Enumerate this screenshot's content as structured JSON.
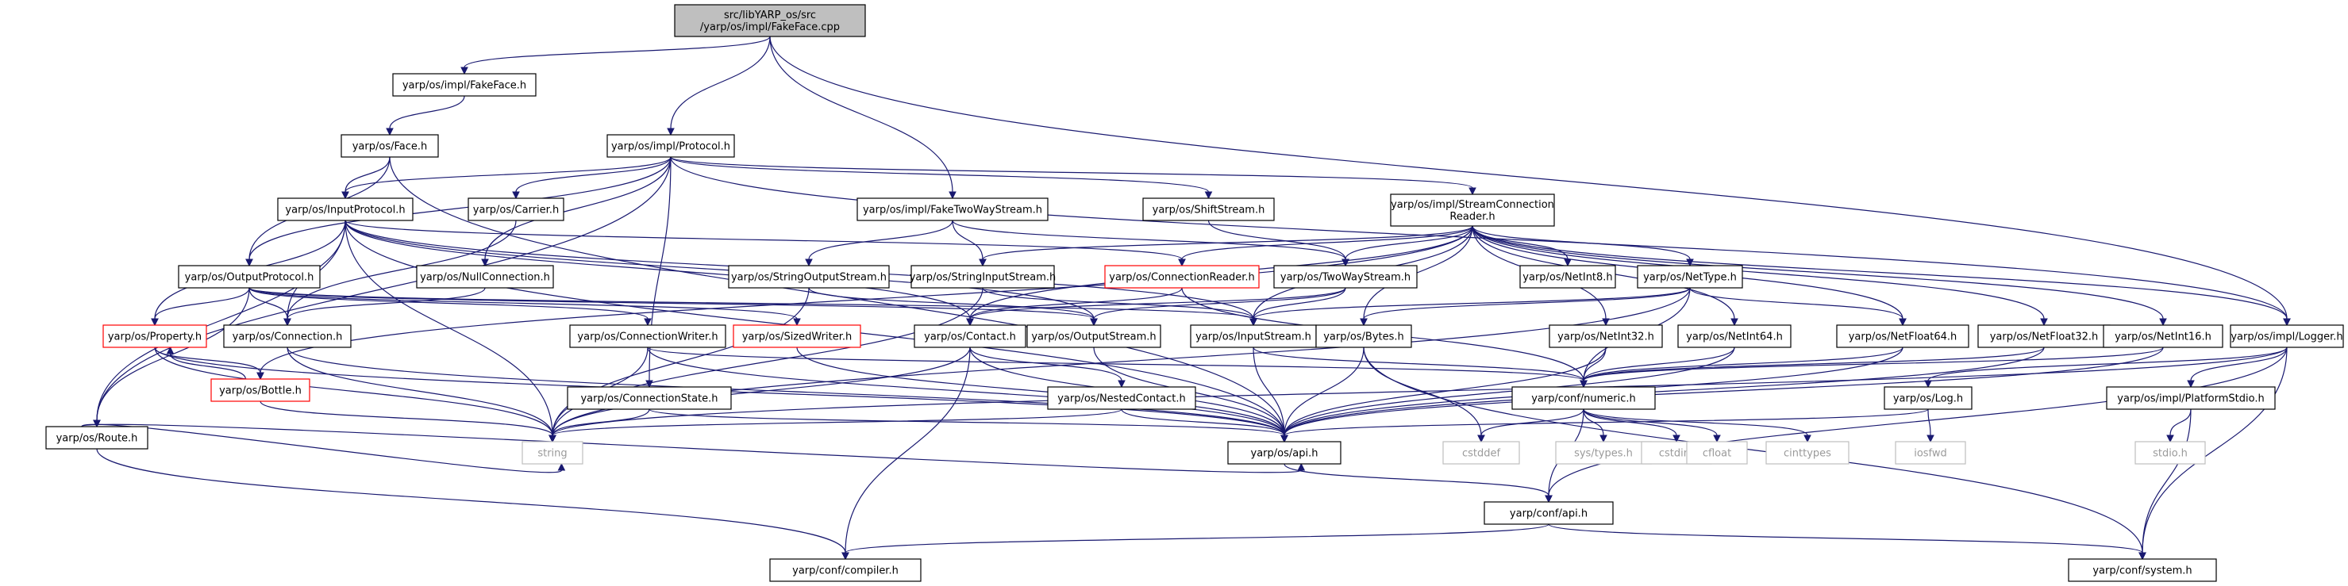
{
  "colors": {
    "edge": "#191970",
    "border": "#000000",
    "root_fill": "#bfbfbf",
    "truncated_border": "#ff0000",
    "system_border": "#bfbfbf",
    "system_text": "#9a9a9a"
  },
  "nodes": {
    "root": [
      "src/libYARP_os/src",
      "/yarp/os/impl/FakeFace.cpp"
    ],
    "fakeface_h": [
      "yarp/os/impl/FakeFace.h"
    ],
    "face": [
      "yarp/os/Face.h"
    ],
    "protocol": [
      "yarp/os/impl/Protocol.h"
    ],
    "inputprotocol": [
      "yarp/os/InputProtocol.h"
    ],
    "carrier": [
      "yarp/os/Carrier.h"
    ],
    "faketwowaystream": [
      "yarp/os/impl/FakeTwoWayStream.h"
    ],
    "shiftstream": [
      "yarp/os/ShiftStream.h"
    ],
    "streamconnectionreader": [
      "yarp/os/impl/StreamConnection",
      "Reader.h"
    ],
    "outputprotocol": [
      "yarp/os/OutputProtocol.h"
    ],
    "nullconnection": [
      "yarp/os/NullConnection.h"
    ],
    "stringoutputstream": [
      "yarp/os/StringOutputStream.h"
    ],
    "stringinputstream": [
      "yarp/os/StringInputStream.h"
    ],
    "connectionreader": [
      "yarp/os/ConnectionReader.h"
    ],
    "twowaystream": [
      "yarp/os/TwoWayStream.h"
    ],
    "netint8": [
      "yarp/os/NetInt8.h"
    ],
    "nettype": [
      "yarp/os/NetType.h"
    ],
    "property": [
      "yarp/os/Property.h"
    ],
    "connection": [
      "yarp/os/Connection.h"
    ],
    "connectionwriter": [
      "yarp/os/ConnectionWriter.h"
    ],
    "sizedwriter": [
      "yarp/os/SizedWriter.h"
    ],
    "contact": [
      "yarp/os/Contact.h"
    ],
    "outputstream": [
      "yarp/os/OutputStream.h"
    ],
    "inputstream": [
      "yarp/os/InputStream.h"
    ],
    "bytes": [
      "yarp/os/Bytes.h"
    ],
    "netint32": [
      "yarp/os/NetInt32.h"
    ],
    "netint64": [
      "yarp/os/NetInt64.h"
    ],
    "netfloat64": [
      "yarp/os/NetFloat64.h"
    ],
    "netfloat32": [
      "yarp/os/NetFloat32.h"
    ],
    "netint16": [
      "yarp/os/NetInt16.h"
    ],
    "logger": [
      "yarp/os/impl/Logger.h"
    ],
    "bottle": [
      "yarp/os/Bottle.h"
    ],
    "route": [
      "yarp/os/Route.h"
    ],
    "connectionstate": [
      "yarp/os/ConnectionState.h"
    ],
    "nestedcontact": [
      "yarp/os/NestedContact.h"
    ],
    "confnumeric": [
      "yarp/conf/numeric.h"
    ],
    "log": [
      "yarp/os/Log.h"
    ],
    "platformstdio": [
      "yarp/os/impl/PlatformStdio.h"
    ],
    "string": [
      "string"
    ],
    "osapi": [
      "yarp/os/api.h"
    ],
    "cstddef": [
      "cstddef"
    ],
    "systypes": [
      "sys/types.h"
    ],
    "cstdint": [
      "cstdint"
    ],
    "cfloat": [
      "cfloat"
    ],
    "cinttypes": [
      "cinttypes"
    ],
    "iosfwd": [
      "iosfwd"
    ],
    "stdio": [
      "stdio.h"
    ],
    "confapi": [
      "yarp/conf/api.h"
    ],
    "confcompiler": [
      "yarp/conf/compiler.h"
    ],
    "confsystem": [
      "yarp/conf/system.h"
    ]
  },
  "edges": [
    [
      "root",
      "fakeface_h"
    ],
    [
      "root",
      "protocol"
    ],
    [
      "root",
      "faketwowaystream"
    ],
    [
      "root",
      "logger"
    ],
    [
      "fakeface_h",
      "face"
    ],
    [
      "face",
      "inputprotocol"
    ],
    [
      "face",
      "outputprotocol"
    ],
    [
      "face",
      "osapi"
    ],
    [
      "protocol",
      "inputprotocol"
    ],
    [
      "protocol",
      "carrier"
    ],
    [
      "protocol",
      "outputprotocol"
    ],
    [
      "protocol",
      "shiftstream"
    ],
    [
      "protocol",
      "streamconnectionreader"
    ],
    [
      "protocol",
      "nullconnection"
    ],
    [
      "protocol",
      "connectionstate"
    ],
    [
      "protocol",
      "logger"
    ],
    [
      "protocol",
      "route"
    ],
    [
      "inputprotocol",
      "connectionreader"
    ],
    [
      "inputprotocol",
      "connection"
    ],
    [
      "inputprotocol",
      "property"
    ],
    [
      "inputprotocol",
      "route"
    ],
    [
      "inputprotocol",
      "inputstream"
    ],
    [
      "inputprotocol",
      "outputstream"
    ],
    [
      "inputprotocol",
      "contact"
    ],
    [
      "inputprotocol",
      "string"
    ],
    [
      "inputprotocol",
      "osapi"
    ],
    [
      "carrier",
      "connection"
    ],
    [
      "faketwowaystream",
      "stringoutputstream"
    ],
    [
      "faketwowaystream",
      "stringinputstream"
    ],
    [
      "faketwowaystream",
      "twowaystream"
    ],
    [
      "shiftstream",
      "twowaystream"
    ],
    [
      "streamconnectionreader",
      "connectionreader"
    ],
    [
      "streamconnectionreader",
      "stringinputstream"
    ],
    [
      "streamconnectionreader",
      "twowaystream"
    ],
    [
      "streamconnectionreader",
      "netint8"
    ],
    [
      "streamconnectionreader",
      "nettype"
    ],
    [
      "streamconnectionreader",
      "bytes"
    ],
    [
      "streamconnectionreader",
      "netint32"
    ],
    [
      "streamconnectionreader",
      "netint64"
    ],
    [
      "streamconnectionreader",
      "netfloat64"
    ],
    [
      "streamconnectionreader",
      "netfloat32"
    ],
    [
      "streamconnectionreader",
      "netint16"
    ],
    [
      "streamconnectionreader",
      "logger"
    ],
    [
      "streamconnectionreader",
      "contact"
    ],
    [
      "streamconnectionreader",
      "bottle"
    ],
    [
      "streamconnectionreader",
      "inputstream"
    ],
    [
      "outputprotocol",
      "connection"
    ],
    [
      "outputprotocol",
      "property"
    ],
    [
      "outputprotocol",
      "route"
    ],
    [
      "outputprotocol",
      "connectionwriter"
    ],
    [
      "outputprotocol",
      "sizedwriter"
    ],
    [
      "outputprotocol",
      "outputstream"
    ],
    [
      "outputprotocol",
      "inputstream"
    ],
    [
      "nullconnection",
      "connection"
    ],
    [
      "stringoutputstream",
      "outputstream"
    ],
    [
      "stringoutputstream",
      "string"
    ],
    [
      "stringinputstream",
      "inputstream"
    ],
    [
      "stringinputstream",
      "string"
    ],
    [
      "connectionreader",
      "confnumeric"
    ],
    [
      "connectionreader",
      "contact"
    ],
    [
      "twowaystream",
      "contact"
    ],
    [
      "twowaystream",
      "outputstream"
    ],
    [
      "twowaystream",
      "inputstream"
    ],
    [
      "nettype",
      "bytes"
    ],
    [
      "nettype",
      "inputstream"
    ],
    [
      "nettype",
      "confnumeric"
    ],
    [
      "nettype",
      "netfloat64"
    ],
    [
      "nettype",
      "string"
    ],
    [
      "property",
      "bottle"
    ],
    [
      "property",
      "string"
    ],
    [
      "property",
      "osapi"
    ],
    [
      "bottle",
      "property"
    ],
    [
      "bottle",
      "string"
    ],
    [
      "connection",
      "string"
    ],
    [
      "connection",
      "osapi"
    ],
    [
      "connectionwriter",
      "confnumeric"
    ],
    [
      "connectionwriter",
      "string"
    ],
    [
      "connectionwriter",
      "osapi"
    ],
    [
      "sizedwriter",
      "osapi"
    ],
    [
      "contact",
      "nestedcontact"
    ],
    [
      "contact",
      "string"
    ],
    [
      "contact",
      "confcompiler"
    ],
    [
      "contact",
      "osapi"
    ],
    [
      "outputstream",
      "osapi"
    ],
    [
      "inputstream",
      "confnumeric"
    ],
    [
      "inputstream",
      "osapi"
    ],
    [
      "bytes",
      "osapi"
    ],
    [
      "bytes",
      "cstddef"
    ],
    [
      "bytes",
      "confsystem"
    ],
    [
      "netint32",
      "confnumeric"
    ],
    [
      "netint32",
      "osapi"
    ],
    [
      "netint64",
      "confnumeric"
    ],
    [
      "netint64",
      "osapi"
    ],
    [
      "netfloat64",
      "confnumeric"
    ],
    [
      "netfloat64",
      "osapi"
    ],
    [
      "netfloat32",
      "confnumeric"
    ],
    [
      "netfloat32",
      "osapi"
    ],
    [
      "netint16",
      "confnumeric"
    ],
    [
      "netint16",
      "osapi"
    ],
    [
      "logger",
      "log"
    ],
    [
      "logger",
      "platformstdio"
    ],
    [
      "logger",
      "confapi"
    ],
    [
      "logger",
      "confsystem"
    ],
    [
      "logger",
      "string"
    ],
    [
      "route",
      "string"
    ],
    [
      "route",
      "confcompiler"
    ],
    [
      "route",
      "osapi"
    ],
    [
      "connectionstate",
      "string"
    ],
    [
      "connectionstate",
      "osapi"
    ],
    [
      "nestedcontact",
      "string"
    ],
    [
      "nestedcontact",
      "osapi"
    ],
    [
      "confnumeric",
      "cstddef"
    ],
    [
      "confnumeric",
      "systypes"
    ],
    [
      "confnumeric",
      "cstdint"
    ],
    [
      "confnumeric",
      "cfloat"
    ],
    [
      "confnumeric",
      "cinttypes"
    ],
    [
      "confnumeric",
      "confapi"
    ],
    [
      "log",
      "iosfwd"
    ],
    [
      "log",
      "osapi"
    ],
    [
      "platformstdio",
      "stdio"
    ],
    [
      "platformstdio",
      "confsystem"
    ],
    [
      "osapi",
      "confapi"
    ],
    [
      "confapi",
      "confcompiler"
    ],
    [
      "confapi",
      "confsystem"
    ]
  ]
}
